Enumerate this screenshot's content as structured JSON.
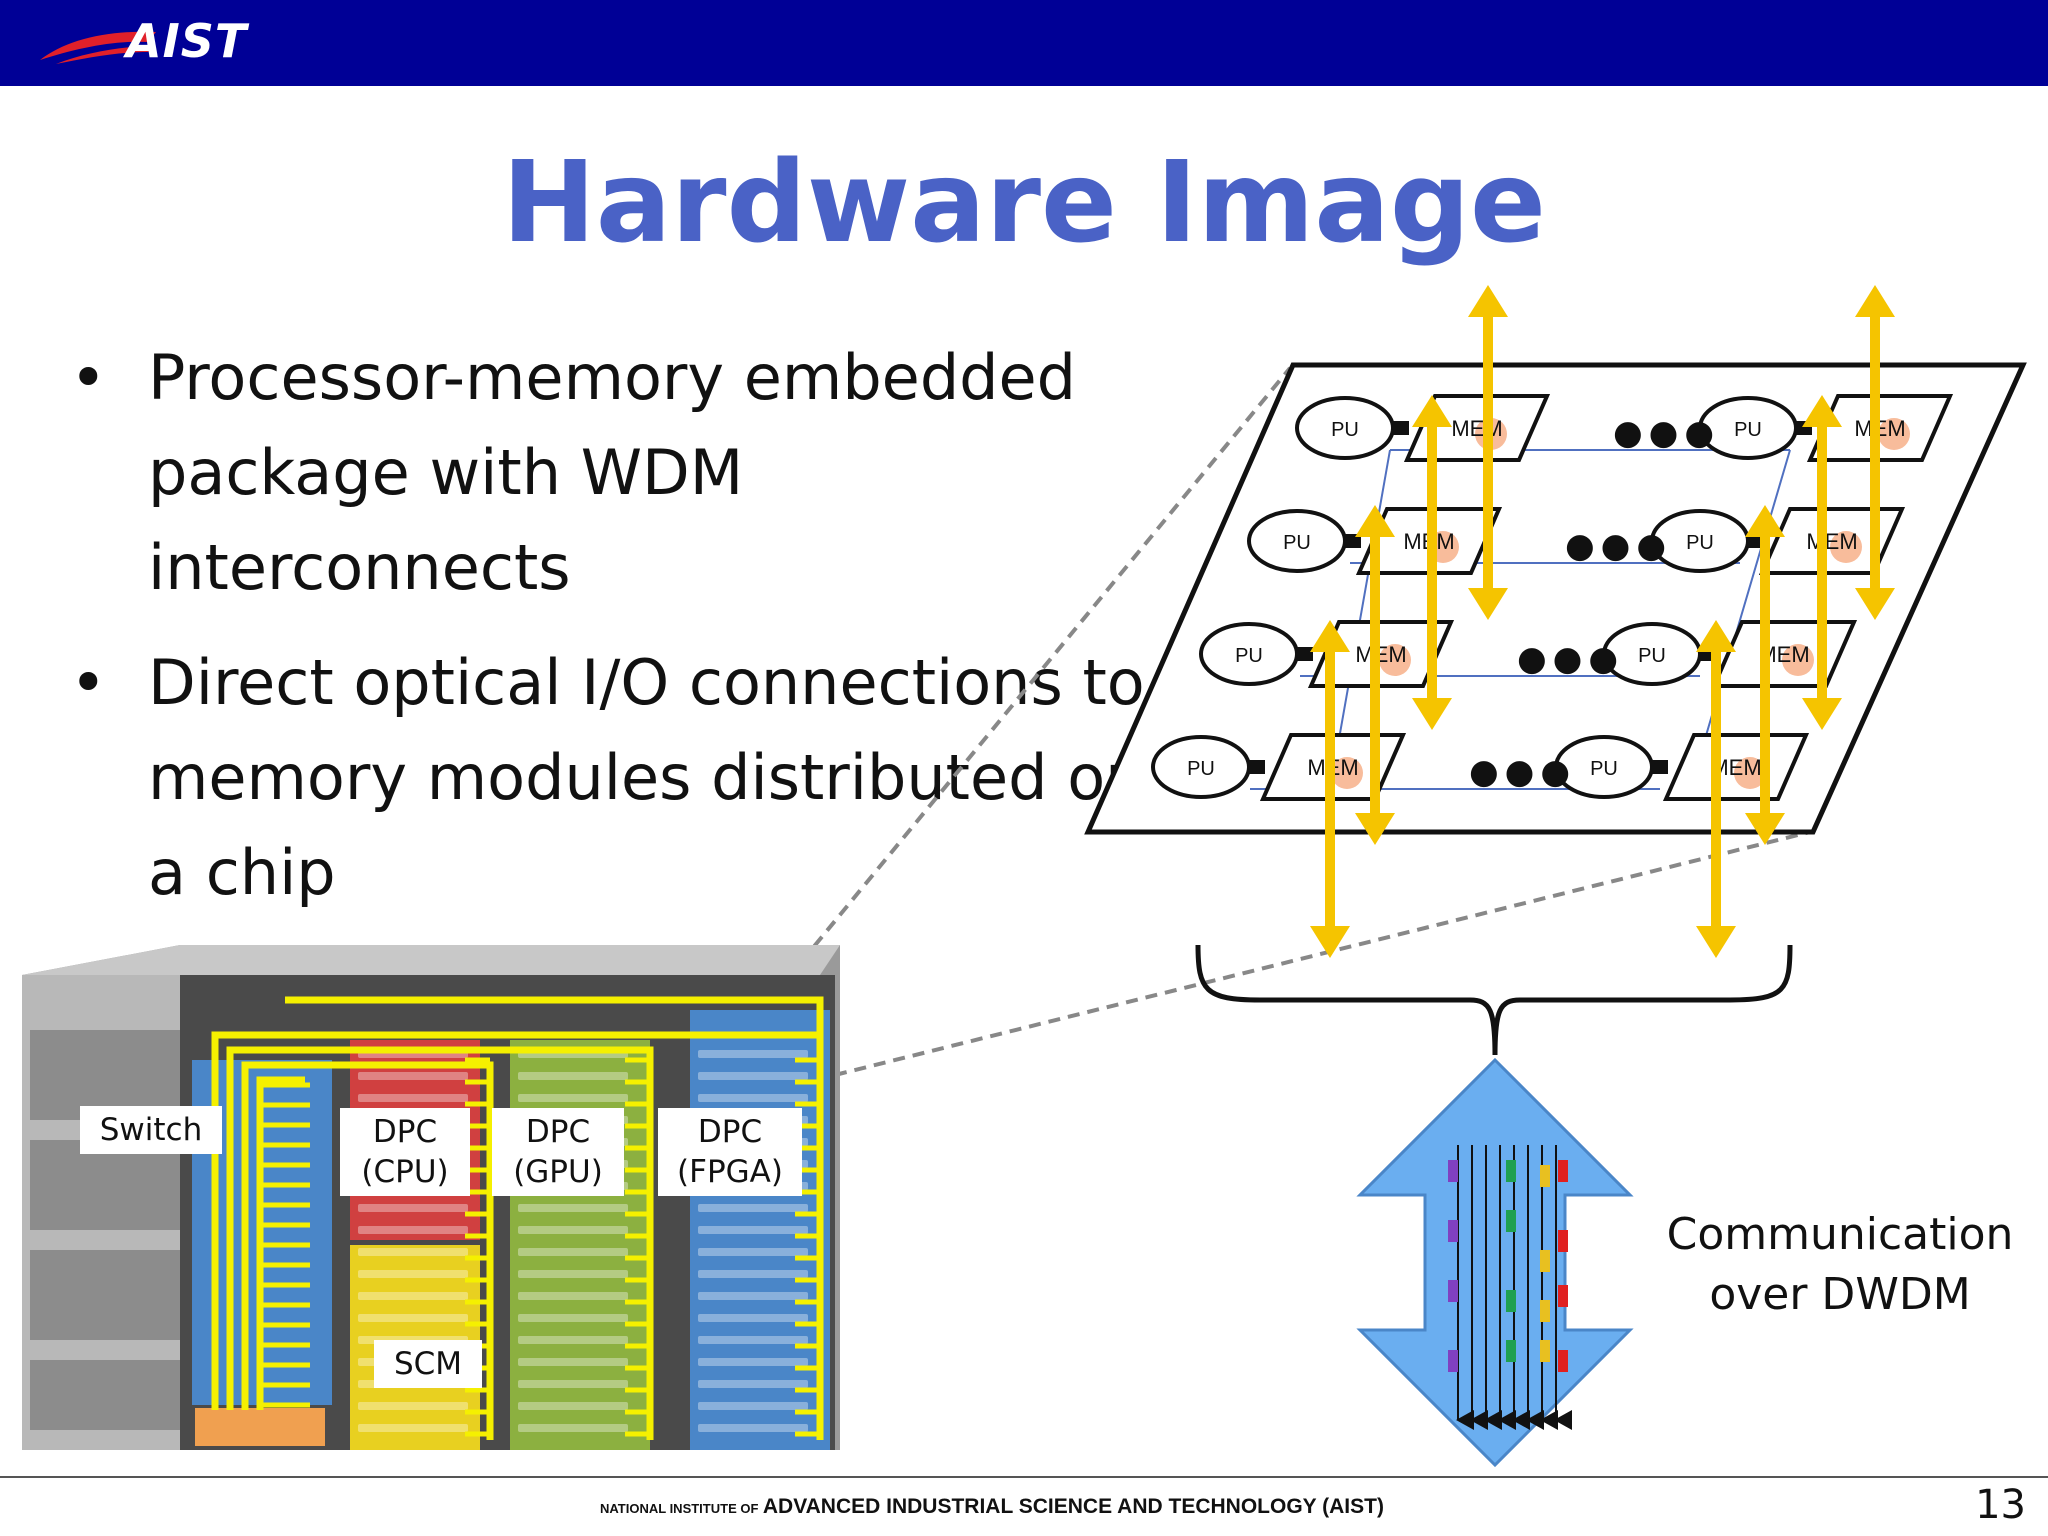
{
  "header": {
    "logo_text": "AIST"
  },
  "slide": {
    "title": "Hardware Image",
    "bullets": [
      "Processor-memory embedded package with WDM interconnects",
      "Direct optical I/O connections to memory modules distributed on a chip"
    ],
    "bullet_glyph": "•"
  },
  "diagram": {
    "pu_label": "PU",
    "mem_label": "MEM",
    "ellipsis": "●●●",
    "communication_label": [
      "Communication",
      "over DWDM"
    ],
    "rack_labels": {
      "switch": "Switch",
      "dpc_cpu": [
        "DPC",
        "(CPU)"
      ],
      "dpc_gpu": [
        "DPC",
        "(GPU)"
      ],
      "dpc_fpga": [
        "DPC",
        "(FPGA)"
      ],
      "scm": "SCM"
    },
    "colors": {
      "arrow_yellow": "#f5c400",
      "big_arrow_blue": "#6aaef0",
      "cpu_red": "#d04040",
      "gpu_green": "#8cb040",
      "fpga_blue": "#4a86c8",
      "switch_blue": "#4a86c8",
      "scm_yellow": "#e8d020",
      "storage_orange": "#f0a050"
    }
  },
  "footer": {
    "prefix": "NATIONAL INSTITUTE OF",
    "name": "ADVANCED INDUSTRIAL SCIENCE AND TECHNOLOGY (AIST)",
    "page_number": "13"
  }
}
